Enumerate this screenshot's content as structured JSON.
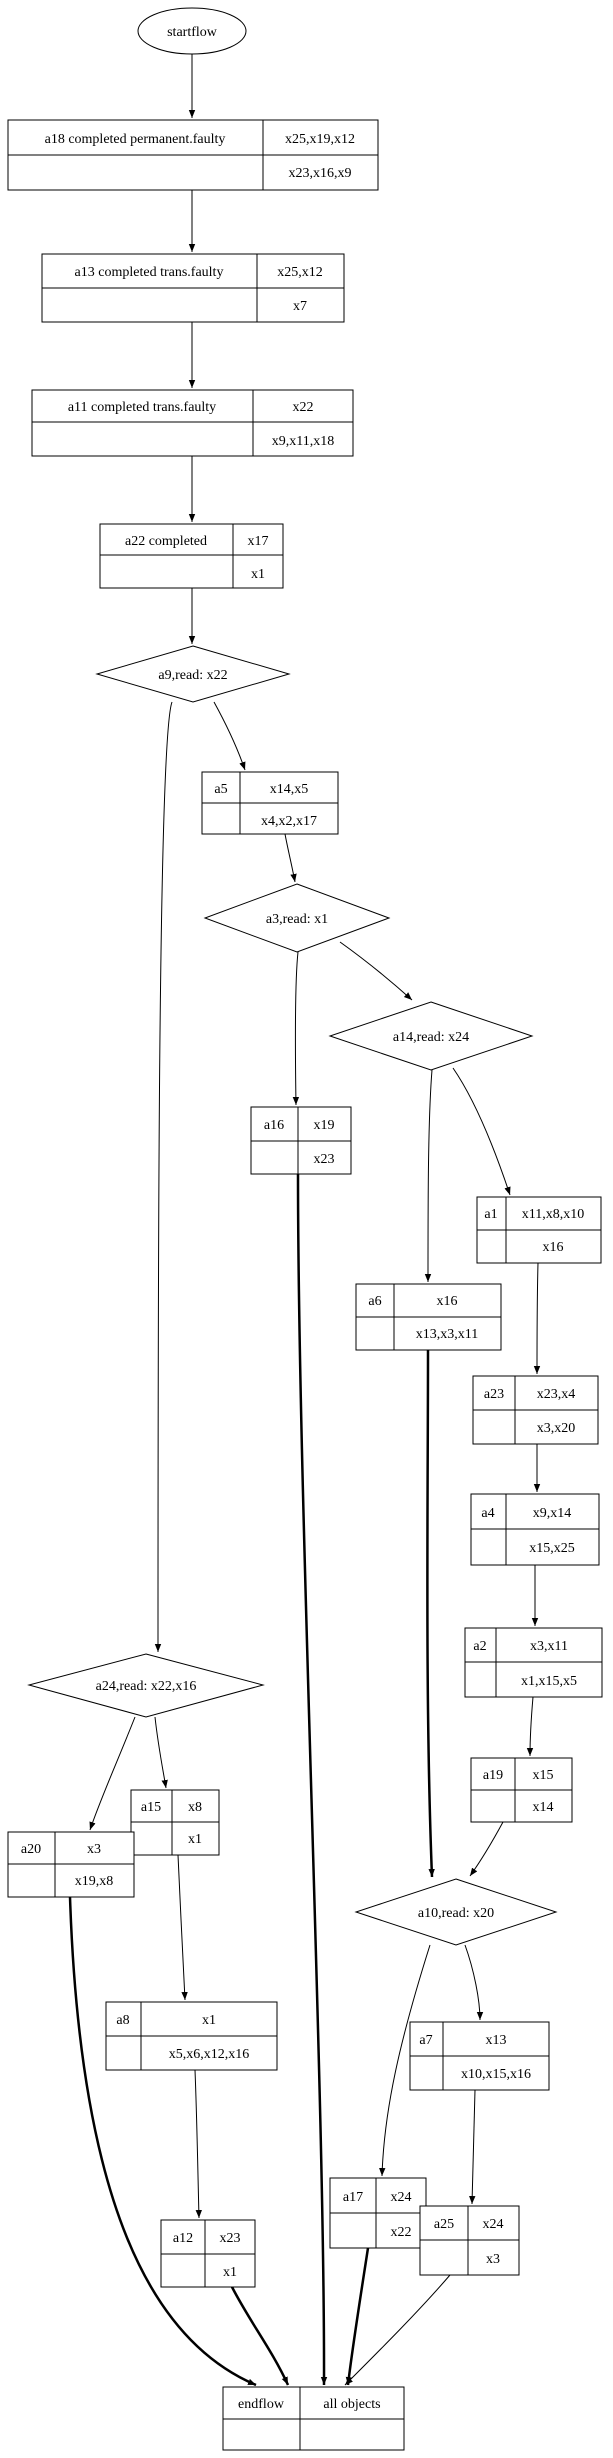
{
  "diagram": {
    "start": "startflow",
    "end": {
      "label": "endflow",
      "objects": "all objects"
    },
    "tasks": [
      {
        "id": "a18",
        "label": "a18 completed permanent.faulty",
        "inputs": "x25,x19,x12",
        "outputs": "x23,x16,x9"
      },
      {
        "id": "a13",
        "label": "a13 completed trans.faulty",
        "inputs": "x25,x12",
        "outputs": "x7"
      },
      {
        "id": "a11",
        "label": "a11 completed trans.faulty",
        "inputs": "x22",
        "outputs": "x9,x11,x18"
      },
      {
        "id": "a22",
        "label": "a22 completed",
        "inputs": "x17",
        "outputs": "x1"
      },
      {
        "id": "a5",
        "label": "a5",
        "inputs": "x14,x5",
        "outputs": "x4,x2,x17"
      },
      {
        "id": "a16",
        "label": "a16",
        "inputs": "x19",
        "outputs": "x23"
      },
      {
        "id": "a1",
        "label": "a1",
        "inputs": "x11,x8,x10",
        "outputs": "x16"
      },
      {
        "id": "a6",
        "label": "a6",
        "inputs": "x16",
        "outputs": "x13,x3,x11"
      },
      {
        "id": "a23",
        "label": "a23",
        "inputs": "x23,x4",
        "outputs": "x3,x20"
      },
      {
        "id": "a4",
        "label": "a4",
        "inputs": "x9,x14",
        "outputs": "x15,x25"
      },
      {
        "id": "a2",
        "label": "a2",
        "inputs": "x3,x11",
        "outputs": "x1,x15,x5"
      },
      {
        "id": "a19",
        "label": "a19",
        "inputs": "x15",
        "outputs": "x14"
      },
      {
        "id": "a15",
        "label": "a15",
        "inputs": "x8",
        "outputs": "x1"
      },
      {
        "id": "a20",
        "label": "a20",
        "inputs": "x3",
        "outputs": "x19,x8"
      },
      {
        "id": "a8",
        "label": "a8",
        "inputs": "x1",
        "outputs": "x5,x6,x12,x16"
      },
      {
        "id": "a7",
        "label": "a7",
        "inputs": "x13",
        "outputs": "x10,x15,x16"
      },
      {
        "id": "a17",
        "label": "a17",
        "inputs": "x24",
        "outputs": "x22"
      },
      {
        "id": "a12",
        "label": "a12",
        "inputs": "x23",
        "outputs": "x1"
      },
      {
        "id": "a25",
        "label": "a25",
        "inputs": "x24",
        "outputs": "x3"
      }
    ],
    "decisions": [
      {
        "id": "a9",
        "label": "a9,read: x22"
      },
      {
        "id": "a3",
        "label": "a3,read: x1"
      },
      {
        "id": "a14",
        "label": "a14,read: x24"
      },
      {
        "id": "a24",
        "label": "a24,read: x22,x16"
      },
      {
        "id": "a10",
        "label": "a10,read: x20"
      }
    ]
  }
}
